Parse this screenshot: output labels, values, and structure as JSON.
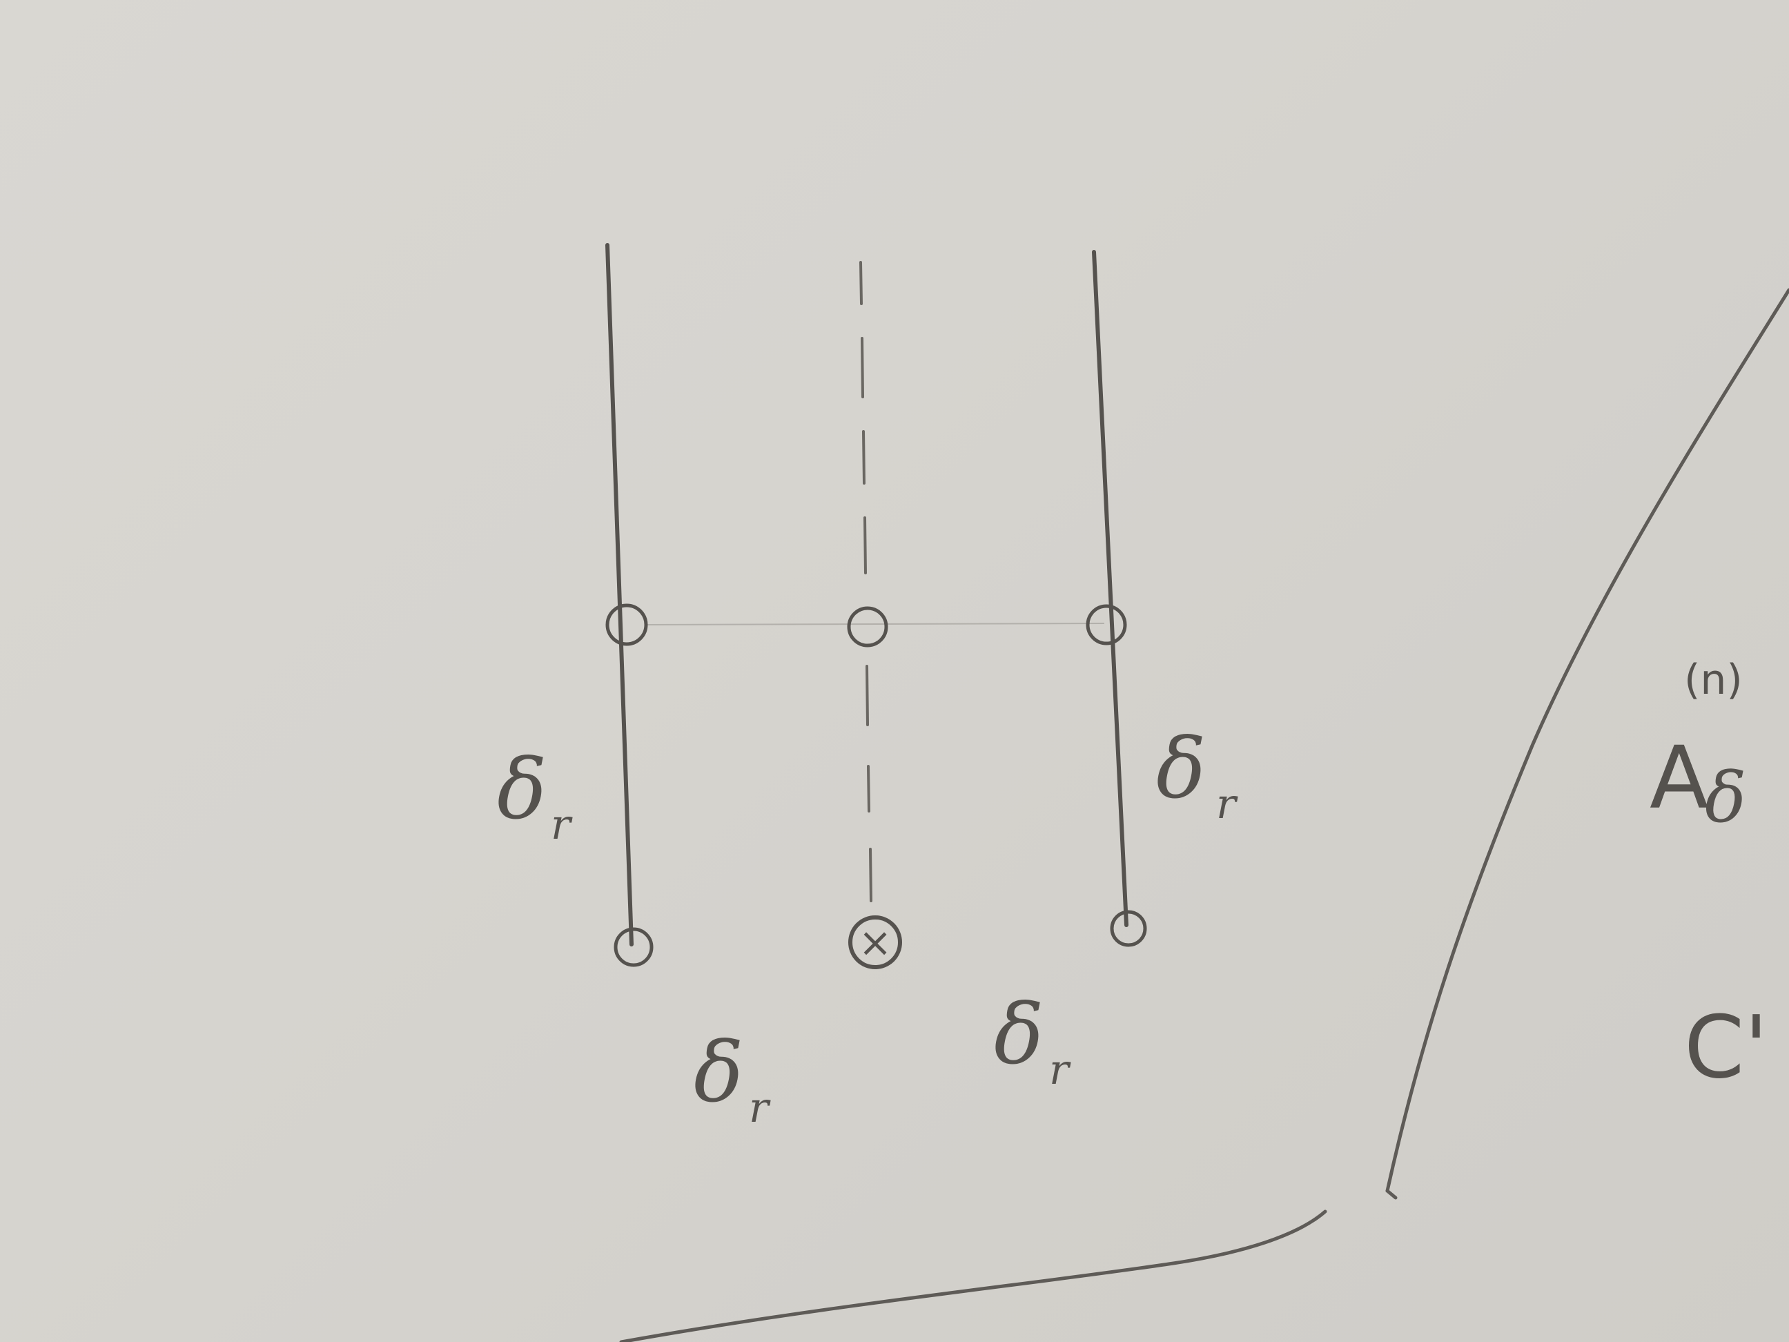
{
  "labels": {
    "delta_left_branch": "δ",
    "delta_left_branch_sub": "r",
    "delta_right_branch": "δ",
    "delta_right_branch_sub": "r",
    "delta_bottom_left": "δ",
    "delta_bottom_left_sub": "r",
    "delta_bottom_right": "δ",
    "delta_bottom_right_sub": "r",
    "region_a_main": "A",
    "region_a_delta": "δ",
    "region_a_superscript": "(n)",
    "region_c": "C'"
  },
  "markers": {
    "center_bottom_symbol": "×"
  },
  "colors": {
    "paper": "#d8d6d1",
    "pencil": "#55524e",
    "pencil_light": "#8a8782"
  }
}
